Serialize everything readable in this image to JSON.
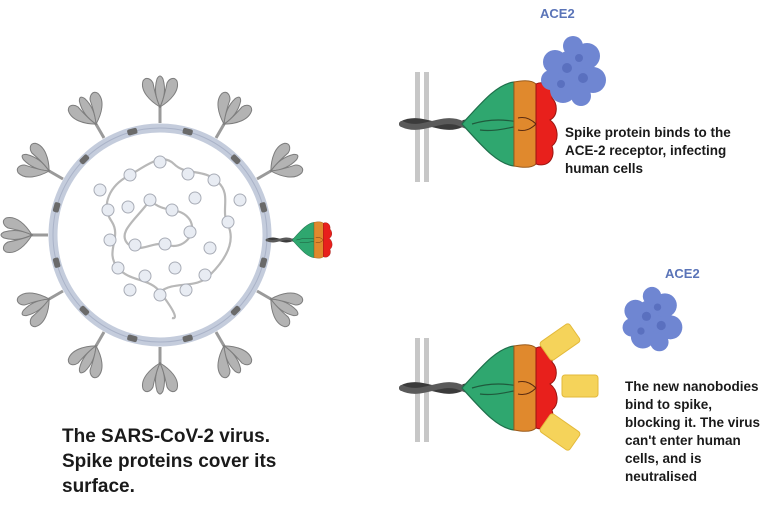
{
  "labels": {
    "ace2_top": "ACE2",
    "ace2_bottom": "ACE2",
    "binding_caption": "Spike protein binds to the ACE-2 receptor, infecting human cells",
    "neutralise_caption": "The new nanobodies bind to spike, blocking it. The virus can't enter human cells, and is neutralised",
    "virus_caption": "The SARS-CoV-2 virus. Spike proteins cover its surface."
  },
  "colors": {
    "spike_gray": "#a9a9a9",
    "spike_green": "#2fa76f",
    "spike_orange": "#e0892d",
    "spike_red": "#e8201c",
    "ace2_blue": "#6f86d2",
    "nanobody_yellow": "#f5d35a",
    "membrane_blue": "#c4ccdc"
  }
}
